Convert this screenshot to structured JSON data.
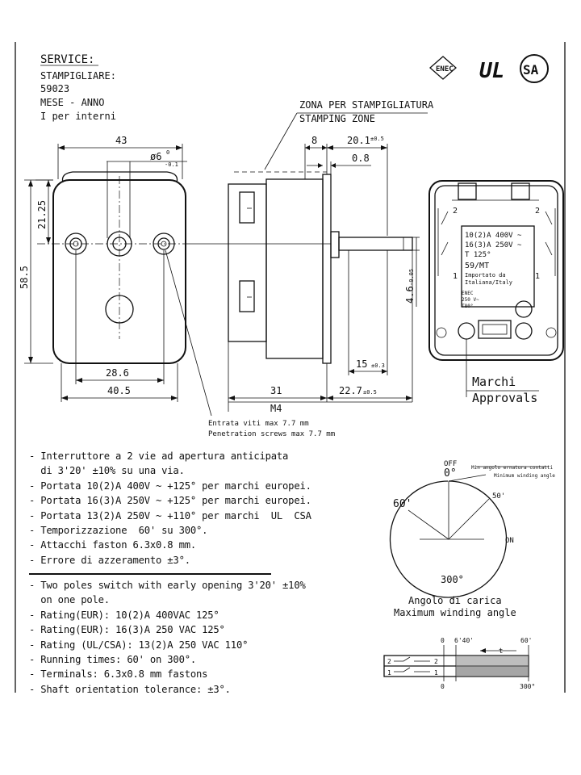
{
  "service": {
    "heading": "SERVICE:",
    "lines": [
      "STAMPIGLIARE:",
      "59023",
      "MESE - ANNO",
      "I per interni"
    ]
  },
  "stamping_zone": {
    "it": "ZONA PER STAMPIGLIATURA",
    "en": "STAMPING ZONE"
  },
  "dimensions": {
    "width_top": "43",
    "hole_dia": "ø6",
    "hole_tol_top": "0",
    "hole_tol_bot": "-0.1",
    "height_upper": "21.25",
    "height_total": "58.5",
    "hole_spacing": "28.6",
    "width_bottom": "40.5",
    "depth_8": "8",
    "depth_20": "20.1",
    "depth_20_tol": "±0.5",
    "depth_08": "0.8",
    "shaft_dia": "4.6",
    "shaft_dia_tol": "-0.05",
    "shaft_15": "15",
    "shaft_15_tol": "±0.3",
    "body_31": "31",
    "shaft_22": "22.7",
    "shaft_22_tol": "±0.5",
    "screw": "M4"
  },
  "penetration": {
    "it": "Entrata viti max 7.7 mm",
    "en": "Penetration screws max 7.7 mm"
  },
  "label_plate": {
    "lines": [
      "10(2)A 400V ~",
      "16(3)A 250V ~",
      "T 125°",
      "59/MT",
      "Importato da",
      "Italiana/Italy"
    ],
    "terminal_marks": [
      "2",
      "1",
      "2",
      "1"
    ],
    "small_marks": [
      "ENEC",
      "250 V~",
      "T80°"
    ]
  },
  "approvals": {
    "it": "Marchi",
    "en": "Approvals"
  },
  "logos": {
    "enec": "ENEC",
    "ul": "UL",
    "csa": "SA"
  },
  "italian_specs": [
    "- Interruttore a 2 vie ad apertura anticipata",
    "  di 3'20' ±10% su una via.",
    "- Portata 10(2)A 400V ~ +125° per marchi europei.",
    "- Portata 16(3)A 250V ~ +125° per marchi europei.",
    "- Portata 13(2)A 250V ~ +110° per marchi  UL  CSA",
    "- Temporizzazione  60' su 300°.",
    "- Attacchi faston 6.3x0.8 mm.",
    "- Errore di azzeramento ±3°."
  ],
  "english_specs": [
    "- Two poles switch with early opening 3'20' ±10%",
    "  on one pole.",
    "- Rating(EUR): 10(2)A 400VAC 125°",
    "- Rating(EUR): 16(3)A 250 VAC 125°",
    "- Rating (UL/CSA): 13(2)A 250 VAC 110°",
    "- Running times: 60' on 300°.",
    "- Terminals: 6.3x0.8 mm fastons",
    "- Shaft orientation tolerance: ±3°."
  ],
  "dial": {
    "off": "OFF",
    "zero": "0°",
    "sixty": "60'",
    "fifty": "50'",
    "on": "ON",
    "three_hundred": "300°",
    "min_angle_note": "Min angolo ernatura contatti",
    "winding_note": "Minimum winding angle",
    "caption_it": "Angolo di carica",
    "caption_en": "Maximum winding angle"
  },
  "timing": {
    "top_labels": [
      "0",
      "6'40'",
      "60'"
    ],
    "bottom_labels": [
      "0",
      "300°"
    ],
    "arrow_label": "t",
    "row_labels": [
      "2",
      "2",
      "1",
      "1"
    ]
  }
}
